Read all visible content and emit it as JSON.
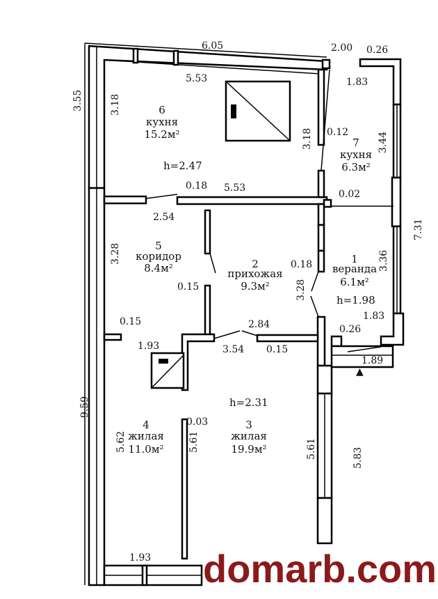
{
  "rooms": [
    {
      "num": "6",
      "name": "кухня",
      "area": "15.2м²"
    },
    {
      "num": "7",
      "name": "кухня",
      "area": "6.3м²"
    },
    {
      "num": "5",
      "name": "коридор",
      "area": "8.4м²"
    },
    {
      "num": "2",
      "name": "прихожая",
      "area": "9.3м²"
    },
    {
      "num": "1",
      "name": "веранда",
      "area": "6.1м²"
    },
    {
      "num": "4",
      "name": "жилая",
      "area": "11.0м²"
    },
    {
      "num": "3",
      "name": "жилая",
      "area": "19.9м²"
    }
  ],
  "heights": {
    "h1": "h=2.47",
    "h2": "h=1.98",
    "h3": "h=2.31"
  },
  "dims": {
    "top_outer": "6.05",
    "top_inner": "5.53",
    "d200": "2.00",
    "d026a": "0.26",
    "d183a": "1.83",
    "d355": "3.55",
    "d318a": "3.18",
    "d318b": "3.18",
    "d012": "0.12",
    "d344": "3.44",
    "d018a": "0.18",
    "d553b": "5.53",
    "d002": "0.02",
    "d254": "2.54",
    "d731": "7.31",
    "d328a": "3.28",
    "d018b": "0.18",
    "d328b": "3.28",
    "d336": "3.36",
    "d015a": "0.15",
    "d183b": "1.83",
    "d015b": "0.15",
    "d284": "2.84",
    "d026b": "0.26",
    "d959": "9.59",
    "d193a": "1.93",
    "d354": "3.54",
    "d015c": "0.15",
    "d189": "1.89",
    "d003": "0.03",
    "d562": "5.62",
    "d561a": "5.61",
    "d561b": "5.61",
    "d583": "5.83",
    "d193b": "1.93"
  },
  "watermark": "domarb.com"
}
